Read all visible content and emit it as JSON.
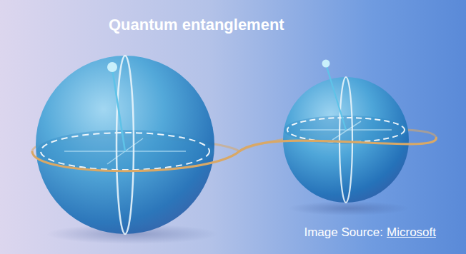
{
  "diagram": {
    "title": "Quantum entanglement",
    "labels": [
      "Image Source:",
      "Microsoft"
    ]
  }
}
